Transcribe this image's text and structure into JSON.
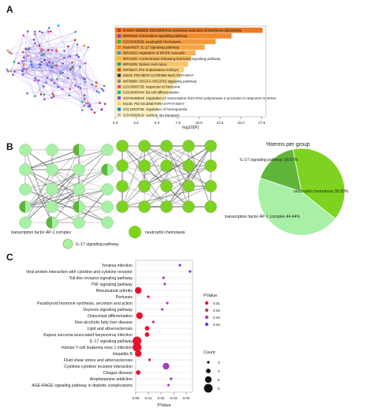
{
  "panels": {
    "a": "A",
    "b": "B",
    "c": "C"
  },
  "chart_data": [
    {
      "type": "bar",
      "orientation": "horizontal",
      "categories": [
        "R-HSA-168928: DDX58/IFIH1-mediated induction of interferon-alpha/beta",
        "WP5034: Chemokine signaling pathway",
        "GO:0030593: neutrophil chemotaxis",
        "hsa04657: IL-17 signaling pathway",
        "WP2432: regulation of MAPK cascade",
        "WP2355: Corticotropin-releasing hormone signaling pathway",
        "WP4205: Spinal cord injury",
        "WP3527: Pre-implantation embryo",
        "M223: PID BETA CATENIN NUC PATHWAY",
        "WP3888: VEGFA-VEGFR2 signaling pathway",
        "GO:0006725: response to hormone",
        "GO:0045444: fat cell differentiation",
        "GO:0045944: regulation of transcription from RNA polymerase II promoter in response to stress",
        "M145: PID DCBNETHRAH PATHWAY",
        "GO:1903706: regulation of hemopoiesis",
        "GO:0006816: calcium ion transport"
      ],
      "values": [
        17.6,
        13.9,
        12.0,
        10.7,
        9.6,
        9.1,
        8.7,
        8.2,
        7.8,
        7.3,
        6.9,
        6.4,
        5.9,
        5.5,
        5.1,
        4.8
      ],
      "colors": [
        "#ee7a22",
        "#f08a2c",
        "#f29a3a",
        "#f4a746",
        "#f5b253",
        "#f6bc5f",
        "#f7c46b",
        "#f8cc76",
        "#f9d280",
        "#f9d88a",
        "#fadd93",
        "#fbe29c",
        "#fbe6a5",
        "#fceaae",
        "#fcedb6",
        "#fdf0be"
      ],
      "swatches": [
        "#c0392b",
        "#8e44ad",
        "#27ae60",
        "#e67e22",
        "#3498db",
        "#f1c40f",
        "#16a085",
        "#d35400",
        "#2c3e50",
        "#7f8c8d",
        "#e84393",
        "#00b894",
        "#6c5ce7",
        "#fdcb6e",
        "#0984e3",
        "#b2bec3"
      ],
      "xlabel": "-log10(P)",
      "xticks": [
        "0.0",
        "2.5",
        "5.0",
        "7.5",
        "10.0",
        "12.5",
        "15.0",
        "17.5"
      ],
      "xlim": [
        0,
        18
      ],
      "grid": false
    },
    {
      "type": "pie",
      "title": "%terms per group",
      "labels": [
        "neutrophil chemotaxis",
        "transcription factor AP-1 complex",
        "IL-17 signaling pathway"
      ],
      "label_texts": [
        "neutrophil chemotaxis 38.89%",
        "transcription factor AP-1 complex 44.44%",
        "IL-17 signaling pathway 16.67%"
      ],
      "values": [
        38.89,
        44.44,
        16.67
      ],
      "colors": [
        "#7ed321",
        "#a8f0a5",
        "#5fb53a"
      ]
    },
    {
      "type": "scatter",
      "categories": [
        "Yersinia infection",
        "Viral protein interaction with cytokine and cytokine receptor",
        "Toll-like receptor signaling pathway",
        "TNF signaling pathway",
        "Rheumatoid arthritis",
        "Pertussis",
        "Parathyroid hormone synthesis, secretion and action",
        "Oxytocin signaling pathway",
        "Osteoclast differentiation",
        "Non-alcoholic fatty liver disease",
        "Lipid and atherosclerosis",
        "Kaposi sarcoma-associated herpesvirus infection",
        "IL-17 signaling pathway",
        "Human T-cell leukemia virus 1 infection",
        "Hepatitis B",
        "Fluid shear stress and atherosclerosis",
        "Cytokine-cytokine receptor interaction",
        "Chagas disease",
        "Amphetamine addiction",
        "AGE-RAGE signaling pathway in diabetic complications"
      ],
      "x": [
        0.035,
        0.043,
        0.022,
        0.023,
        0.002,
        0.01,
        0.025,
        0.021,
        0.003,
        0.014,
        0.009,
        0.009,
        0.001,
        0.001,
        0.002,
        0.011,
        0.024,
        0.002,
        0.028,
        0.026
      ],
      "count": [
        3,
        3,
        3,
        3,
        5,
        3,
        3,
        3,
        5,
        3,
        4,
        4,
        6,
        6,
        5,
        3,
        5,
        4,
        3,
        3
      ],
      "pvalue": [
        0.04,
        0.04,
        0.03,
        0.03,
        0.01,
        0.01,
        0.03,
        0.03,
        0.01,
        0.02,
        0.01,
        0.01,
        0.01,
        0.01,
        0.01,
        0.01,
        0.03,
        0.01,
        0.04,
        0.03
      ],
      "xlabel": "PValue",
      "xticks": [
        "0.00",
        "0.01",
        "0.02",
        "0.03",
        "0.04"
      ],
      "xlim": [
        0,
        0.045
      ],
      "legend": {
        "color_title": "PValue",
        "color_levels": [
          "0.01",
          "0.02",
          "0.03",
          "0.04"
        ],
        "color_hex": [
          "#e8112d",
          "#cf2e7a",
          "#a93fc4",
          "#7a37e6"
        ],
        "size_title": "Count",
        "size_levels": [
          "3",
          "4",
          "5",
          "6"
        ]
      }
    }
  ],
  "network_b": {
    "label_left": "transcription factor AP-1 complex",
    "label_bottom": "IL-17 signaling pathway",
    "label_right": "neutrophil chemotaxis"
  }
}
